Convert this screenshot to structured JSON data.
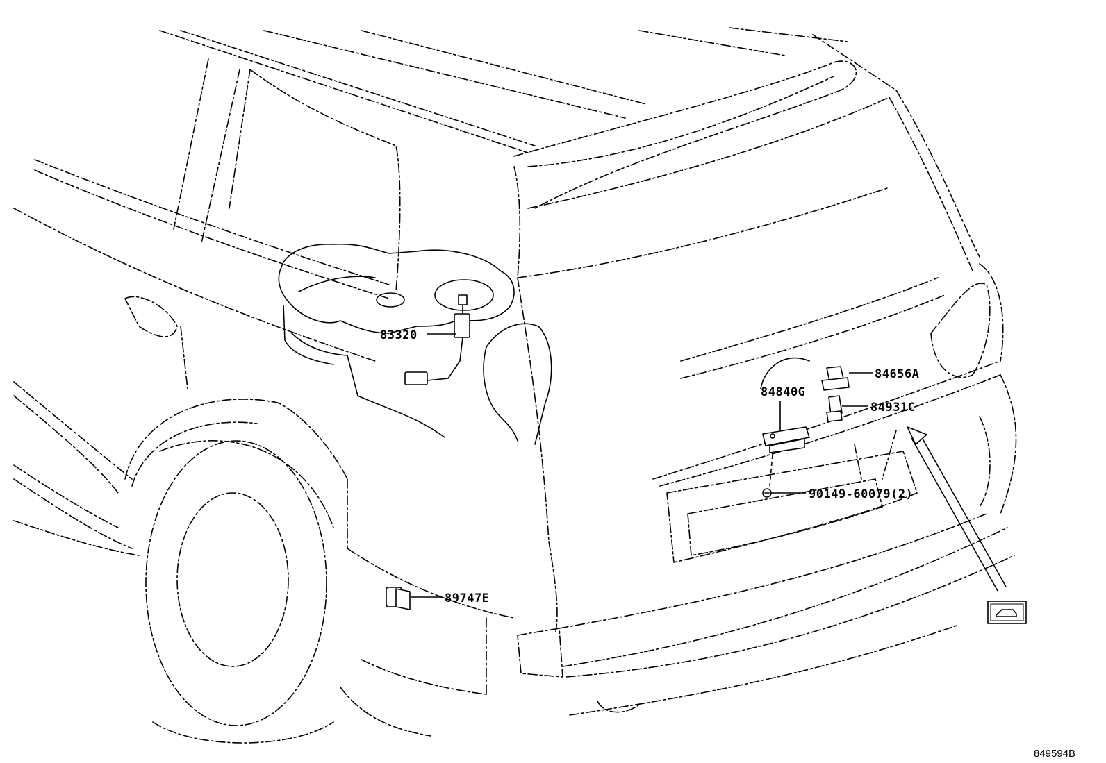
{
  "diagram": {
    "parts": {
      "fuel_sender": "83320",
      "backup_camera": "84840G",
      "switch_a": "84656A",
      "switch_c": "84931C",
      "screw": "90149-60079(2)",
      "sensor": "89747E"
    },
    "reference_code": "849594B",
    "view_icon": "rear-door-view-icon"
  }
}
